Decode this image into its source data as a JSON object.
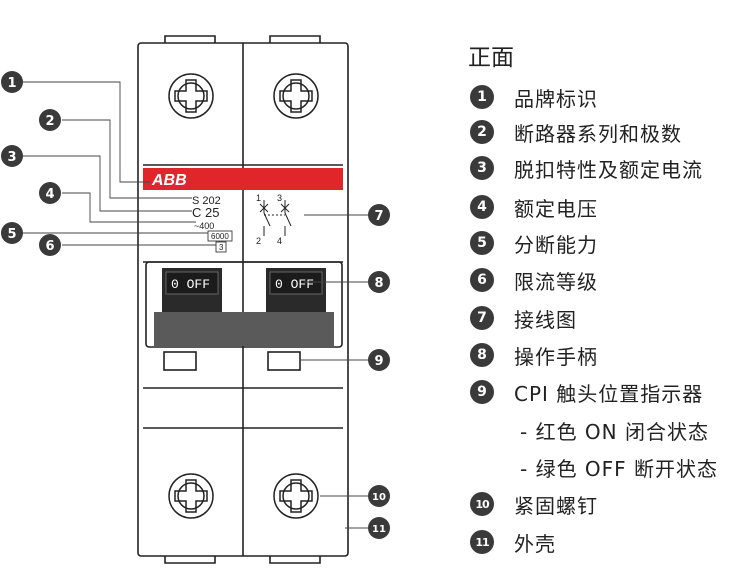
{
  "device": {
    "brand": "ABB",
    "model": "S 202",
    "rating": "C 25",
    "voltage": "~400",
    "breaking_capacity": "6000",
    "limiting_class": "3",
    "switch_label": "0 OFF",
    "terminal_numbers": [
      "1",
      "3",
      "2",
      "4"
    ]
  },
  "callouts": [
    "1",
    "2",
    "3",
    "4",
    "5",
    "6",
    "7",
    "8",
    "9",
    "10",
    "11"
  ],
  "legend": {
    "title": "正面",
    "items": [
      {
        "num": "1",
        "text": "品牌标识"
      },
      {
        "num": "2",
        "text": "断路器系列和极数"
      },
      {
        "num": "3",
        "text": "脱扣特性及额定电流"
      },
      {
        "num": "4",
        "text": "额定电压"
      },
      {
        "num": "5",
        "text": "分断能力"
      },
      {
        "num": "6",
        "text": "限流等级"
      },
      {
        "num": "7",
        "text": "接线图"
      },
      {
        "num": "8",
        "text": "操作手柄"
      },
      {
        "num": "9",
        "text": "CPI 触头位置指示器"
      },
      {
        "num": "",
        "text": "- 红色 ON 闭合状态"
      },
      {
        "num": "",
        "text": "- 绿色 OFF 断开状态"
      },
      {
        "num": "10",
        "text": "紧固螺钉"
      },
      {
        "num": "11",
        "text": "外壳"
      }
    ]
  },
  "colors": {
    "brand_band": "#e0262b",
    "outline": "#222222",
    "badge": "#3a3a3a"
  }
}
